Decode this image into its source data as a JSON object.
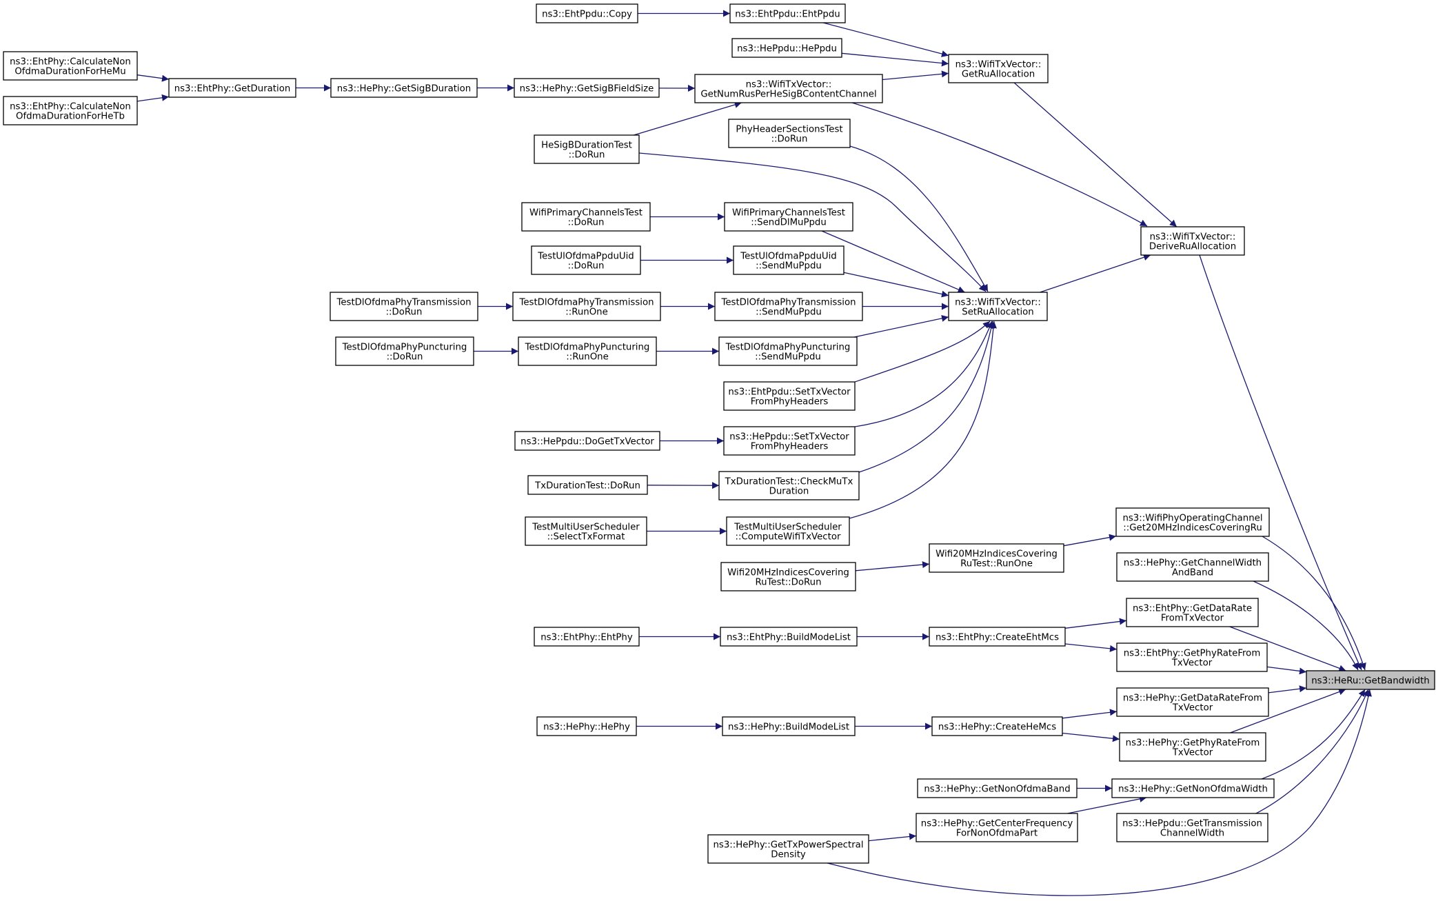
{
  "diagram": {
    "nodes": [
      {
        "id": "getbandwidth",
        "lines": [
          "ns3::HeRu::GetBandwidth"
        ],
        "focus": true
      },
      {
        "id": "txvec_derive",
        "lines": [
          "ns3::WifiTxVector::",
          "DeriveRuAllocation"
        ]
      },
      {
        "id": "txvec_getru",
        "lines": [
          "ns3::WifiTxVector::",
          "GetRuAllocation"
        ]
      },
      {
        "id": "txvec_setru",
        "lines": [
          "ns3::WifiTxVector::",
          "SetRuAllocation"
        ]
      },
      {
        "id": "txvec_numrus",
        "lines": [
          "ns3::WifiTxVector::",
          "GetNumRusPerHeSigBContentChannel"
        ]
      },
      {
        "id": "ehtppdu_copy",
        "lines": [
          "ns3::EhtPpdu::Copy"
        ]
      },
      {
        "id": "ehtppdu_ctor",
        "lines": [
          "ns3::EhtPpdu::EhtPpdu"
        ]
      },
      {
        "id": "heppdu_ctor",
        "lines": [
          "ns3::HePpdu::HePpdu"
        ]
      },
      {
        "id": "ehtphy_calcmu",
        "lines": [
          "ns3::EhtPhy::CalculateNon",
          "OfdmaDurationForHeMu"
        ]
      },
      {
        "id": "ehtphy_calctb",
        "lines": [
          "ns3::EhtPhy::CalculateNon",
          "OfdmaDurationForHeTb"
        ]
      },
      {
        "id": "ehtphy_getduration",
        "lines": [
          "ns3::EhtPhy::GetDuration"
        ]
      },
      {
        "id": "hephy_sigbdur",
        "lines": [
          "ns3::HePhy::GetSigBDuration"
        ]
      },
      {
        "id": "hephy_sigbfield",
        "lines": [
          "ns3::HePhy::GetSigBFieldSize"
        ]
      },
      {
        "id": "hesigb_test",
        "lines": [
          "HeSigBDurationTest",
          "::DoRun"
        ]
      },
      {
        "id": "phyheader_test",
        "lines": [
          "PhyHeaderSectionsTest",
          "::DoRun"
        ]
      },
      {
        "id": "wifiprim_dorun",
        "lines": [
          "WifiPrimaryChannelsTest",
          "::DoRun"
        ]
      },
      {
        "id": "wifiprim_send",
        "lines": [
          "WifiPrimaryChannelsTest",
          "::SendDlMuPpdu"
        ]
      },
      {
        "id": "ulofdma_dorun",
        "lines": [
          "TestUlOfdmaPpduUid",
          "::DoRun"
        ]
      },
      {
        "id": "ulofdma_send",
        "lines": [
          "TestUlOfdmaPpduUid",
          "::SendMuPpdu"
        ]
      },
      {
        "id": "dltx_dorun",
        "lines": [
          "TestDlOfdmaPhyTransmission",
          "::DoRun"
        ]
      },
      {
        "id": "dltx_runone",
        "lines": [
          "TestDlOfdmaPhyTransmission",
          "::RunOne"
        ]
      },
      {
        "id": "dltx_send",
        "lines": [
          "TestDlOfdmaPhyTransmission",
          "::SendMuPpdu"
        ]
      },
      {
        "id": "dlpunc_dorun",
        "lines": [
          "TestDlOfdmaPhyPuncturing",
          "::DoRun"
        ]
      },
      {
        "id": "dlpunc_runone",
        "lines": [
          "TestDlOfdmaPhyPuncturing",
          "::RunOne"
        ]
      },
      {
        "id": "dlpunc_send",
        "lines": [
          "TestDlOfdmaPhyPuncturing",
          "::SendMuPpdu"
        ]
      },
      {
        "id": "ehtppdu_settx",
        "lines": [
          "ns3::EhtPpdu::SetTxVector",
          "FromPhyHeaders"
        ]
      },
      {
        "id": "heppdu_dogettx",
        "lines": [
          "ns3::HePpdu::DoGetTxVector"
        ]
      },
      {
        "id": "heppdu_settx",
        "lines": [
          "ns3::HePpdu::SetTxVector",
          "FromPhyHeaders"
        ]
      },
      {
        "id": "txdur_dorun",
        "lines": [
          "TxDurationTest::DoRun"
        ]
      },
      {
        "id": "txdur_check",
        "lines": [
          "TxDurationTest::CheckMuTx",
          "Duration"
        ]
      },
      {
        "id": "mus_select",
        "lines": [
          "TestMultiUserScheduler",
          "::SelectTxFormat"
        ]
      },
      {
        "id": "mus_compute",
        "lines": [
          "TestMultiUserScheduler",
          "::ComputeWifiTxVector"
        ]
      },
      {
        "id": "opch_get20",
        "lines": [
          "ns3::WifiPhyOperatingChannel",
          "::Get20MHzIndicesCoveringRu"
        ]
      },
      {
        "id": "w20_runone",
        "lines": [
          "Wifi20MHzIndicesCovering",
          "RuTest::RunOne"
        ]
      },
      {
        "id": "w20_dorun",
        "lines": [
          "Wifi20MHzIndicesCovering",
          "RuTest::DoRun"
        ]
      },
      {
        "id": "hephy_chwidth",
        "lines": [
          "ns3::HePhy::GetChannelWidth",
          "AndBand"
        ]
      },
      {
        "id": "ehtphy_datarate",
        "lines": [
          "ns3::EhtPhy::GetDataRate",
          "FromTxVector"
        ]
      },
      {
        "id": "ehtphy_phyrate",
        "lines": [
          "ns3::EhtPhy::GetPhyRateFrom",
          "TxVector"
        ]
      },
      {
        "id": "ehtphy_ctor",
        "lines": [
          "ns3::EhtPhy::EhtPhy"
        ]
      },
      {
        "id": "ehtphy_build",
        "lines": [
          "ns3::EhtPhy::BuildModeList"
        ]
      },
      {
        "id": "ehtphy_createmcs",
        "lines": [
          "ns3::EhtPhy::CreateEhtMcs"
        ]
      },
      {
        "id": "hephy_datarate",
        "lines": [
          "ns3::HePhy::GetDataRateFrom",
          "TxVector"
        ]
      },
      {
        "id": "hephy_phyrate",
        "lines": [
          "ns3::HePhy::GetPhyRateFrom",
          "TxVector"
        ]
      },
      {
        "id": "hephy_ctor",
        "lines": [
          "ns3::HePhy::HePhy"
        ]
      },
      {
        "id": "hephy_build",
        "lines": [
          "ns3::HePhy::BuildModeList"
        ]
      },
      {
        "id": "hephy_createmcs",
        "lines": [
          "ns3::HePhy::CreateHeMcs"
        ]
      },
      {
        "id": "hephy_nonofdmaband",
        "lines": [
          "ns3::HePhy::GetNonOfdmaBand"
        ]
      },
      {
        "id": "hephy_nonofdmawidth",
        "lines": [
          "ns3::HePhy::GetNonOfdmaWidth"
        ]
      },
      {
        "id": "hephy_centerfreq",
        "lines": [
          "ns3::HePhy::GetCenterFrequency",
          "ForNonOfdmaPart"
        ]
      },
      {
        "id": "hephy_txpsd",
        "lines": [
          "ns3::HePhy::GetTxPowerSpectral",
          "Density"
        ]
      },
      {
        "id": "heppdu_gettxwidth",
        "lines": [
          "ns3::HePpdu::GetTransmission",
          "ChannelWidth"
        ]
      }
    ],
    "edges": [
      {
        "from": "ehtppdu_copy",
        "to": "ehtppdu_ctor"
      },
      {
        "from": "ehtppdu_ctor",
        "to": "txvec_getru"
      },
      {
        "from": "heppdu_ctor",
        "to": "txvec_getru"
      },
      {
        "from": "txvec_numrus",
        "to": "txvec_getru"
      },
      {
        "from": "ehtphy_calcmu",
        "to": "ehtphy_getduration"
      },
      {
        "from": "ehtphy_calctb",
        "to": "ehtphy_getduration"
      },
      {
        "from": "ehtphy_getduration",
        "to": "hephy_sigbdur"
      },
      {
        "from": "hephy_sigbdur",
        "to": "hephy_sigbfield"
      },
      {
        "from": "hephy_sigbfield",
        "to": "txvec_numrus"
      },
      {
        "from": "hesigb_test",
        "to": "txvec_numrus"
      },
      {
        "from": "txvec_numrus",
        "to": "txvec_derive"
      },
      {
        "from": "txvec_getru",
        "to": "txvec_derive"
      },
      {
        "from": "txvec_setru",
        "to": "txvec_derive"
      },
      {
        "from": "hesigb_test",
        "to": "txvec_setru"
      },
      {
        "from": "phyheader_test",
        "to": "txvec_setru"
      },
      {
        "from": "wifiprim_dorun",
        "to": "wifiprim_send"
      },
      {
        "from": "wifiprim_send",
        "to": "txvec_setru"
      },
      {
        "from": "ulofdma_dorun",
        "to": "ulofdma_send"
      },
      {
        "from": "ulofdma_send",
        "to": "txvec_setru"
      },
      {
        "from": "dltx_dorun",
        "to": "dltx_runone"
      },
      {
        "from": "dltx_runone",
        "to": "dltx_send"
      },
      {
        "from": "dltx_send",
        "to": "txvec_setru"
      },
      {
        "from": "dlpunc_dorun",
        "to": "dlpunc_runone"
      },
      {
        "from": "dlpunc_runone",
        "to": "dlpunc_send"
      },
      {
        "from": "dlpunc_send",
        "to": "txvec_setru"
      },
      {
        "from": "ehtppdu_settx",
        "to": "txvec_setru"
      },
      {
        "from": "heppdu_dogettx",
        "to": "heppdu_settx"
      },
      {
        "from": "heppdu_settx",
        "to": "txvec_setru"
      },
      {
        "from": "txdur_dorun",
        "to": "txdur_check"
      },
      {
        "from": "txdur_check",
        "to": "txvec_setru"
      },
      {
        "from": "mus_select",
        "to": "mus_compute"
      },
      {
        "from": "mus_compute",
        "to": "txvec_setru"
      },
      {
        "from": "w20_dorun",
        "to": "w20_runone"
      },
      {
        "from": "w20_runone",
        "to": "opch_get20"
      },
      {
        "from": "ehtphy_ctor",
        "to": "ehtphy_build"
      },
      {
        "from": "ehtphy_build",
        "to": "ehtphy_createmcs"
      },
      {
        "from": "ehtphy_createmcs",
        "to": "ehtphy_datarate"
      },
      {
        "from": "ehtphy_createmcs",
        "to": "ehtphy_phyrate"
      },
      {
        "from": "hephy_ctor",
        "to": "hephy_build"
      },
      {
        "from": "hephy_build",
        "to": "hephy_createmcs"
      },
      {
        "from": "hephy_createmcs",
        "to": "hephy_datarate"
      },
      {
        "from": "hephy_createmcs",
        "to": "hephy_phyrate"
      },
      {
        "from": "hephy_nonofdmaband",
        "to": "hephy_nonofdmawidth"
      },
      {
        "from": "hephy_centerfreq",
        "to": "hephy_nonofdmawidth"
      },
      {
        "from": "hephy_txpsd",
        "to": "hephy_centerfreq"
      },
      {
        "from": "txvec_derive",
        "to": "getbandwidth"
      },
      {
        "from": "opch_get20",
        "to": "getbandwidth"
      },
      {
        "from": "hephy_chwidth",
        "to": "getbandwidth"
      },
      {
        "from": "ehtphy_datarate",
        "to": "getbandwidth"
      },
      {
        "from": "ehtphy_phyrate",
        "to": "getbandwidth"
      },
      {
        "from": "hephy_datarate",
        "to": "getbandwidth"
      },
      {
        "from": "hephy_phyrate",
        "to": "getbandwidth"
      },
      {
        "from": "hephy_nonofdmawidth",
        "to": "getbandwidth"
      },
      {
        "from": "heppdu_gettxwidth",
        "to": "getbandwidth"
      },
      {
        "from": "hephy_txpsd",
        "to": "getbandwidth"
      }
    ]
  },
  "colors": {
    "edge": "#191970",
    "node_border": "#000000",
    "node_fill": "#ffffff",
    "focus_fill": "#bfbfbf"
  }
}
